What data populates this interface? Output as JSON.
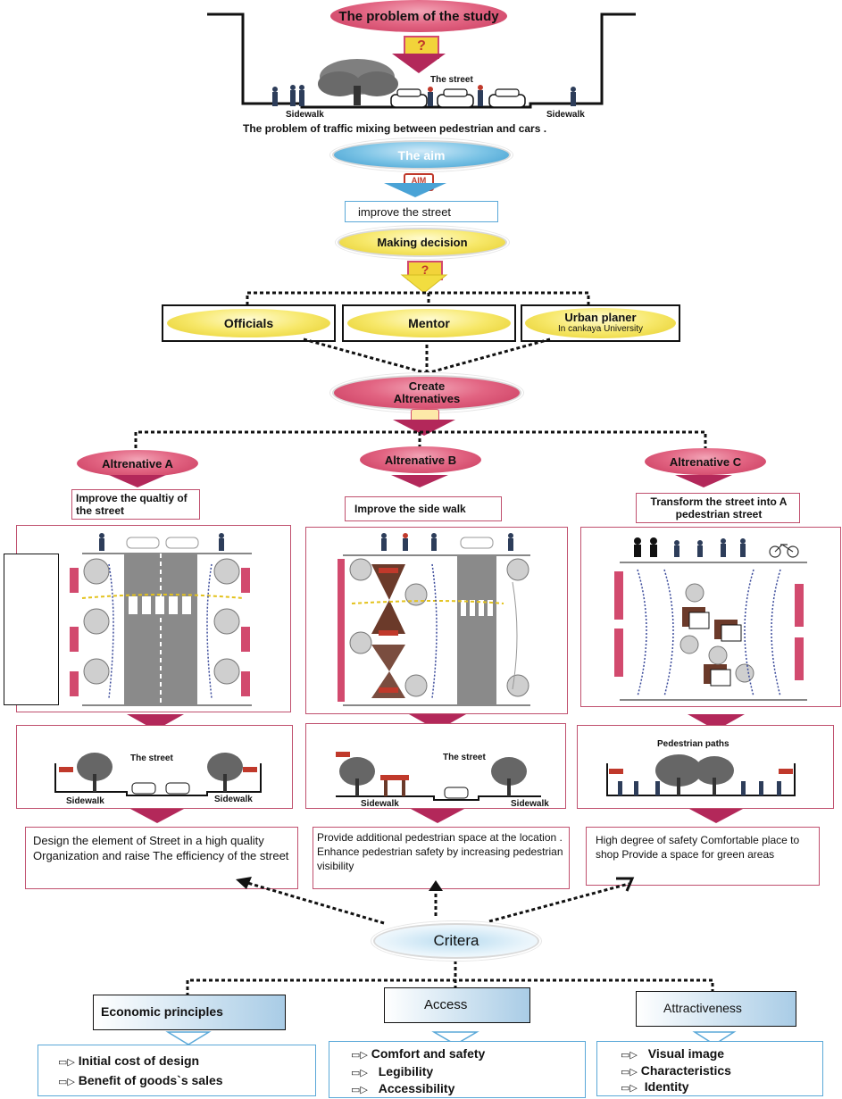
{
  "problem": {
    "title": "The problem of the study",
    "street_label": "The street",
    "sidewalk_left": "Sidewalk",
    "sidewalk_right": "Sidewalk",
    "caption": "The problem of traffic mixing between pedestrian and cars ."
  },
  "aim": {
    "title": "The aim",
    "badge": "AIM",
    "text": "improve the street"
  },
  "decision": {
    "title": "Making decision",
    "parties": [
      {
        "label": "Officials",
        "sub": ""
      },
      {
        "label": "Mentor",
        "sub": ""
      },
      {
        "label": "Urban planer",
        "sub": "In cankaya  University"
      }
    ]
  },
  "create": {
    "line1": "Create",
    "line2": "Altrenatives"
  },
  "alternatives": [
    {
      "title": "Altrenative A",
      "goal": "Improve the qualtiy of the street",
      "section_title": "The street",
      "sidewalk_left": "Sidewalk",
      "sidewalk_right": "Sidewalk",
      "result": "Design the element of  Street in a high quality  Organization and raise The efficiency of the  street"
    },
    {
      "title": "Altrenative B",
      "goal": "Improve the side walk",
      "section_title": "The street",
      "sidewalk_left": "Sidewalk",
      "sidewalk_right": "Sidewalk",
      "result": "Provide additional pedestrian space at  the location . Enhance pedestrian safety by  increasing pedestrian visibility"
    },
    {
      "title": "Altrenative C",
      "goal": "Transform the street into A pedestrian street",
      "section_title": "Pedestrian paths",
      "sidewalk_left": "",
      "sidewalk_right": "",
      "result": "High degree of safety Comfortable place to  shop Provide a space for  green areas"
    }
  ],
  "criteria": {
    "title": "Critera",
    "groups": [
      {
        "label": "Economic principles",
        "items": [
          "Initial cost of design",
          "Benefit of goods`s sales"
        ]
      },
      {
        "label": "Access",
        "items": [
          "Comfort and safety",
          "Legibility",
          "Accessibility"
        ]
      },
      {
        "label": "Attractiveness",
        "items": [
          "Visual image",
          "Characteristics",
          "Identity"
        ]
      }
    ]
  },
  "colors": {
    "pink": "#d24a6e",
    "arrow_pink": "#b3285a",
    "blue": "#4aa3d6",
    "yellow": "#f2dd40",
    "road_gray": "#8a8a8a"
  }
}
